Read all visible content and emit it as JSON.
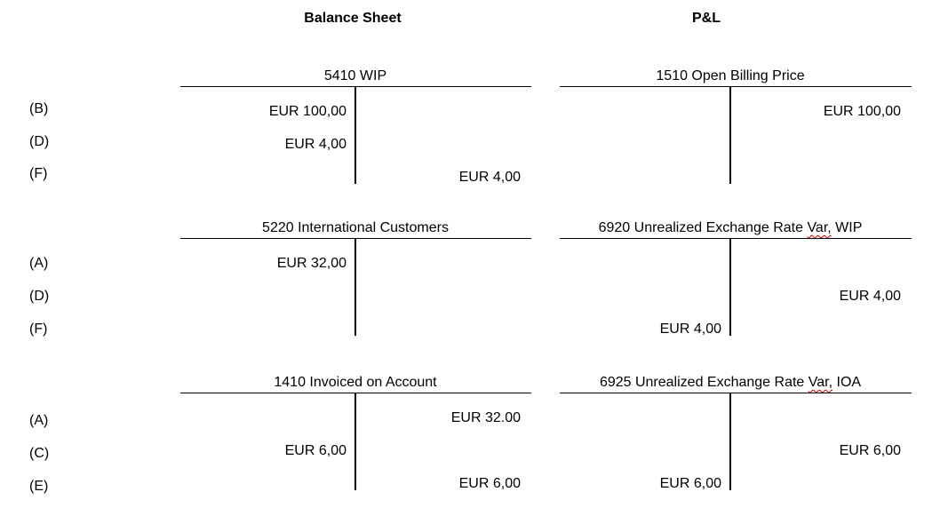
{
  "page": {
    "background_color": "#ffffff",
    "text_color": "#000000",
    "spellcheck_squiggle_color": "#cc0000",
    "description": "T-account ledger diagram with Balance Sheet and P&L columns"
  },
  "headers": {
    "balance_sheet": "Balance Sheet",
    "pl": "P&L"
  },
  "row_labels": {
    "g1": [
      "(B)",
      "(D)",
      "(F)"
    ],
    "g2": [
      "(A)",
      "(D)",
      "(F)"
    ],
    "g3": [
      "(A)",
      "(C)",
      "(E)"
    ]
  },
  "accounts": [
    {
      "column": "Balance Sheet",
      "title_pre": "5410 WIP",
      "rows": [
        {
          "label": "(B)",
          "debit": "EUR 100,00",
          "credit": ""
        },
        {
          "label": "(D)",
          "debit": "EUR 4,00",
          "credit": ""
        },
        {
          "label": "(F)",
          "debit": "",
          "credit": "EUR 4,00"
        }
      ]
    },
    {
      "column": "P&L",
      "title_pre": "1510 Open Billing Price",
      "rows": [
        {
          "label": "(B)",
          "debit": "",
          "credit": "EUR 100,00"
        },
        {
          "label": "(D)",
          "debit": "",
          "credit": ""
        },
        {
          "label": "(F)",
          "debit": "",
          "credit": ""
        }
      ]
    },
    {
      "column": "Balance Sheet",
      "title_pre": "5220 International Customers",
      "rows": [
        {
          "label": "(A)",
          "debit": "EUR 32,00",
          "credit": ""
        },
        {
          "label": "(D)",
          "debit": "",
          "credit": ""
        },
        {
          "label": "(F)",
          "debit": "",
          "credit": ""
        }
      ]
    },
    {
      "column": "P&L",
      "title_pre": "6920 Unrealized Exchange Rate ",
      "title_misspelled": "Var,",
      "title_post": " WIP",
      "rows": [
        {
          "label": "(A)",
          "debit": "",
          "credit": ""
        },
        {
          "label": "(D)",
          "debit": "",
          "credit": "EUR 4,00"
        },
        {
          "label": "(F)",
          "debit": "EUR 4,00",
          "credit": ""
        }
      ]
    },
    {
      "column": "Balance Sheet",
      "title_pre": "1410 Invoiced on Account",
      "rows": [
        {
          "label": "(A)",
          "debit": "",
          "credit": "EUR 32.00"
        },
        {
          "label": "(C)",
          "debit": "EUR 6,00",
          "credit": ""
        },
        {
          "label": "(E)",
          "debit": "",
          "credit": "EUR 6,00"
        }
      ]
    },
    {
      "column": "P&L",
      "title_pre": "6925 Unrealized Exchange Rate ",
      "title_misspelled": "Var,",
      "title_post": " IOA",
      "rows": [
        {
          "label": "(A)",
          "debit": "",
          "credit": ""
        },
        {
          "label": "(C)",
          "debit": "",
          "credit": "EUR 6,00"
        },
        {
          "label": "(E)",
          "debit": "EUR 6,00",
          "credit": ""
        }
      ]
    }
  ]
}
